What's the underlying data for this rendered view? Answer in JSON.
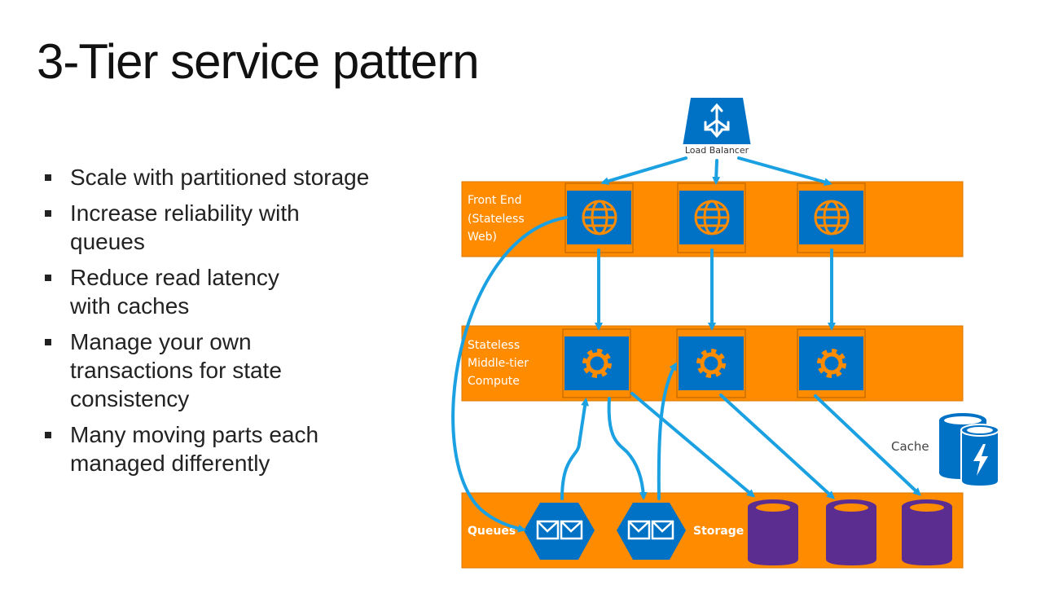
{
  "slide": {
    "title": "3-Tier service pattern",
    "bullets": [
      "Scale with partitioned storage",
      "Increase reliability with queues",
      "Reduce read latency with caches",
      "Manage your own transactions for state consistency",
      "Many moving parts each managed differently"
    ]
  },
  "diagram": {
    "load_balancer_label": "Load Balancer",
    "tiers": {
      "front_end": [
        "Front End",
        "(Stateless",
        "Web)"
      ],
      "middle": [
        "Stateless",
        "Middle-tier",
        "Compute"
      ],
      "queues_label": "Queues",
      "storage_label": "Storage"
    },
    "cache_label": "Cache",
    "colors": {
      "tier_fill": "#ff8c00",
      "node_fill": "#0072c6",
      "arrow": "#1ba1e2",
      "storage": "#5c2d91",
      "storage_top": "#ff8c00",
      "cache": "#0072c6"
    }
  }
}
